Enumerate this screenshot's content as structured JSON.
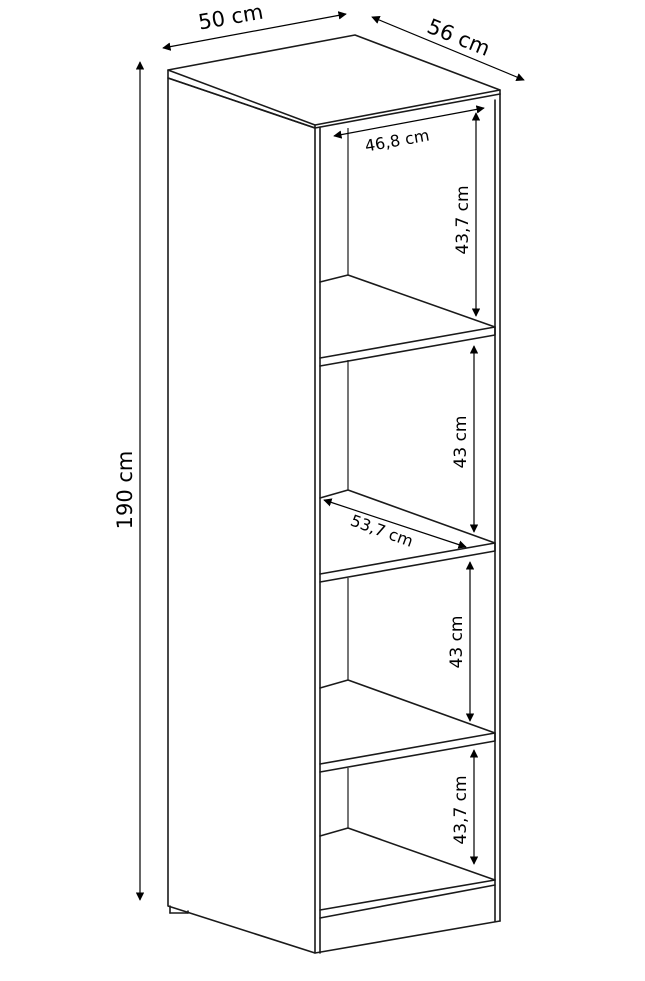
{
  "dimensions": {
    "width": "50 cm",
    "depth": "56 cm",
    "height": "190 cm",
    "inner_width": "46,8 cm",
    "inner_depth": "53,7 cm",
    "compartment_1": "43,7 cm",
    "compartment_2": "43 cm",
    "compartment_3": "43 cm",
    "compartment_4": "43,7 cm"
  }
}
